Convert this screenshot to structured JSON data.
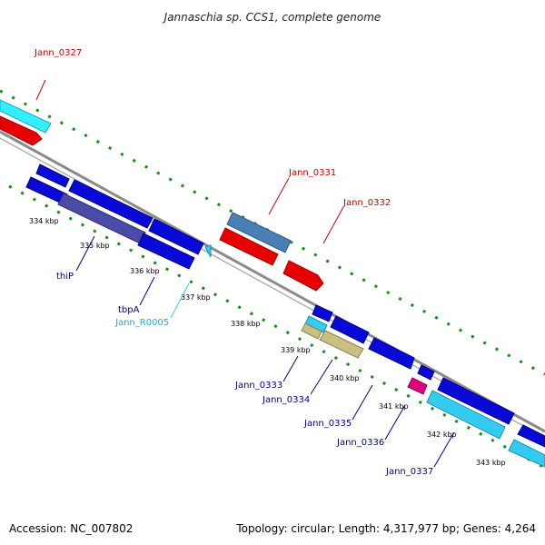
{
  "title": "Jannaschia sp. CCS1, complete genome",
  "footer": {
    "accession": "Accession: NC_007802",
    "topology": "Topology: circular; Length: 4,317,977 bp; Genes: 4,264"
  },
  "colors": {
    "backbone": "#8a8a8a",
    "tick": "#1a8a1a",
    "gene_blue": "#0a0ad8",
    "gene_red": "#e60000",
    "gene_cyan": "#33ccee",
    "gene_steel": "#4a7fb5",
    "gene_khaki": "#c8c080",
    "gene_magenta": "#e0007a",
    "label_red": "#cc0000",
    "label_blue": "#00008b",
    "label_cyan": "#22aacc"
  },
  "kbp_ticks": [
    "334 kbp",
    "335 kbp",
    "336 kbp",
    "337 kbp",
    "338 kbp",
    "339 kbp",
    "340 kbp",
    "341 kbp",
    "342 kbp",
    "343 kbp"
  ],
  "gene_labels": {
    "jann_0327": "Jann_0327",
    "jann_0331": "Jann_0331",
    "jann_0332": "Jann_0332",
    "thiP": "thiP",
    "tbpA": "tbpA",
    "jann_r0005": "Jann_R0005",
    "jann_0333": "Jann_0333",
    "jann_0334": "Jann_0334",
    "jann_0335": "Jann_0335",
    "jann_0336": "Jann_0336",
    "jann_0337": "Jann_0337"
  }
}
